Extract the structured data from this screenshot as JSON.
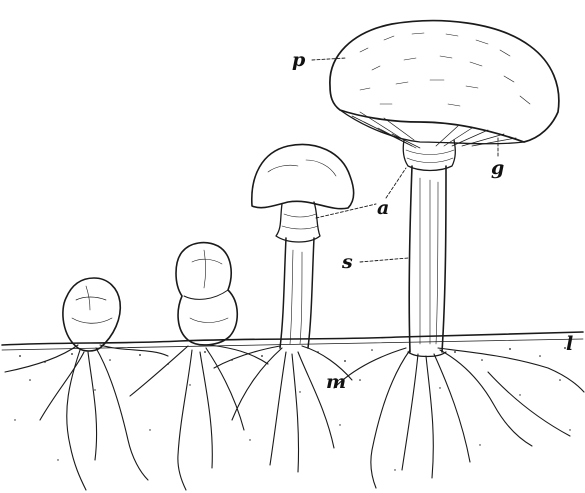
{
  "labels": {
    "pileus": "p",
    "gills": "g",
    "annulus": "a",
    "stipe": "s",
    "ground_level": "l",
    "mycelium": "m"
  },
  "colors": {
    "ink": "#1a1a1a",
    "background": "#ffffff"
  }
}
